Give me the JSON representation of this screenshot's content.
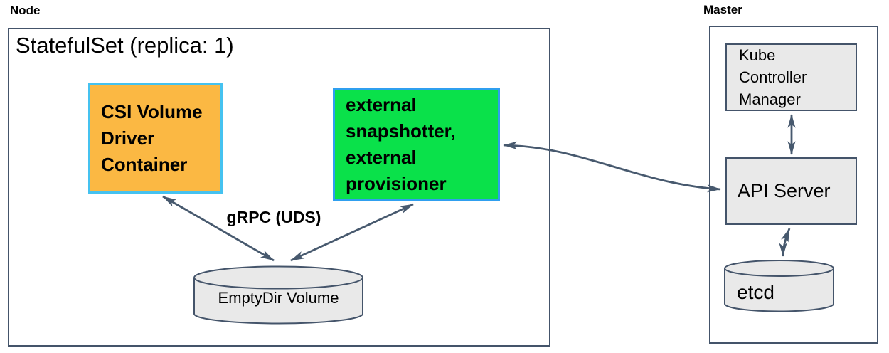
{
  "node": {
    "label": "Node",
    "statefulset_title": "StatefulSet (replica: 1)",
    "csi_driver_lines": [
      "CSI Volume",
      "Driver",
      "Container"
    ],
    "sidecar_lines": [
      "external",
      "snapshotter,",
      "external",
      "provisioner"
    ],
    "grpc_label": "gRPC (UDS)",
    "emptydir_label": "EmptyDir Volume"
  },
  "master": {
    "label": "Master",
    "kcm_lines": [
      "Kube",
      "Controller",
      "Manager"
    ],
    "api_server_label": "API Server",
    "etcd_label": "etcd"
  },
  "colors": {
    "csi_box_fill": "#FBB843",
    "csi_box_border": "#45C2F0",
    "sidecar_box_fill": "#0AE14A",
    "sidecar_box_border": "#2F9FEF",
    "component_fill": "#E9E9E9",
    "line_color": "#44546A"
  },
  "connections": [
    {
      "from": "csi-volume-driver-container",
      "to": "emptydir-volume",
      "style": "bidirectional",
      "label": "gRPC (UDS)"
    },
    {
      "from": "external-snapshotter-provisioner",
      "to": "emptydir-volume",
      "style": "bidirectional",
      "label": "gRPC (UDS)"
    },
    {
      "from": "external-snapshotter-provisioner",
      "to": "api-server",
      "style": "bidirectional"
    },
    {
      "from": "kube-controller-manager",
      "to": "api-server",
      "style": "bidirectional"
    },
    {
      "from": "api-server",
      "to": "etcd",
      "style": "bidirectional"
    }
  ]
}
